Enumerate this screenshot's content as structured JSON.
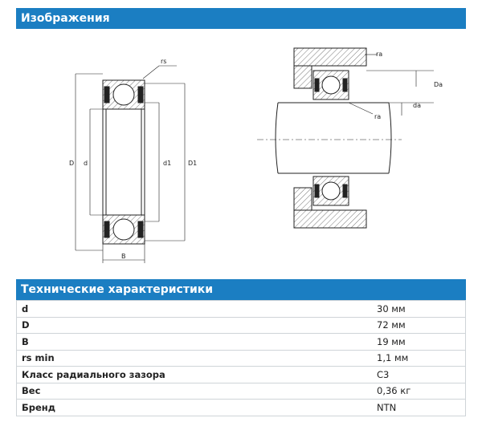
{
  "images_section": {
    "title": "Изображения",
    "labels": {
      "rs": "rs",
      "D": "D",
      "d": "d",
      "d1": "d1",
      "D1": "D1",
      "B": "B",
      "ra_top": "ra",
      "Da": "Da",
      "da": "da",
      "ra_mid": "ra"
    }
  },
  "specs_section": {
    "title": "Технические характеристики",
    "rows": [
      {
        "key": "d",
        "value": "30 мм"
      },
      {
        "key": "D",
        "value": "72 мм"
      },
      {
        "key": "B",
        "value": "19 мм"
      },
      {
        "key": "rs min",
        "value": "1,1 мм"
      },
      {
        "key": "Класс радиального зазора",
        "value": "C3"
      },
      {
        "key": "Вес",
        "value": "0,36 кг"
      },
      {
        "key": "Бренд",
        "value": "NTN"
      }
    ]
  },
  "colors": {
    "header_bg": "#1b7ec2",
    "header_text": "#ffffff",
    "row_border": "#cfd4d8"
  }
}
